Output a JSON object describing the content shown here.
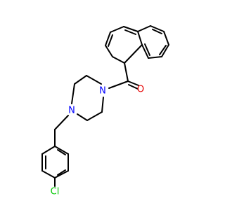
{
  "molecule": {
    "atoms": {
      "O": {
        "label": "O",
        "color": "#e60000"
      },
      "N1": {
        "label": "N",
        "color": "#0000ff"
      },
      "N4": {
        "label": "N",
        "color": "#0000ff"
      },
      "Cl": {
        "label": "Cl",
        "color": "#00c800"
      }
    },
    "bond_color": "#000000"
  }
}
